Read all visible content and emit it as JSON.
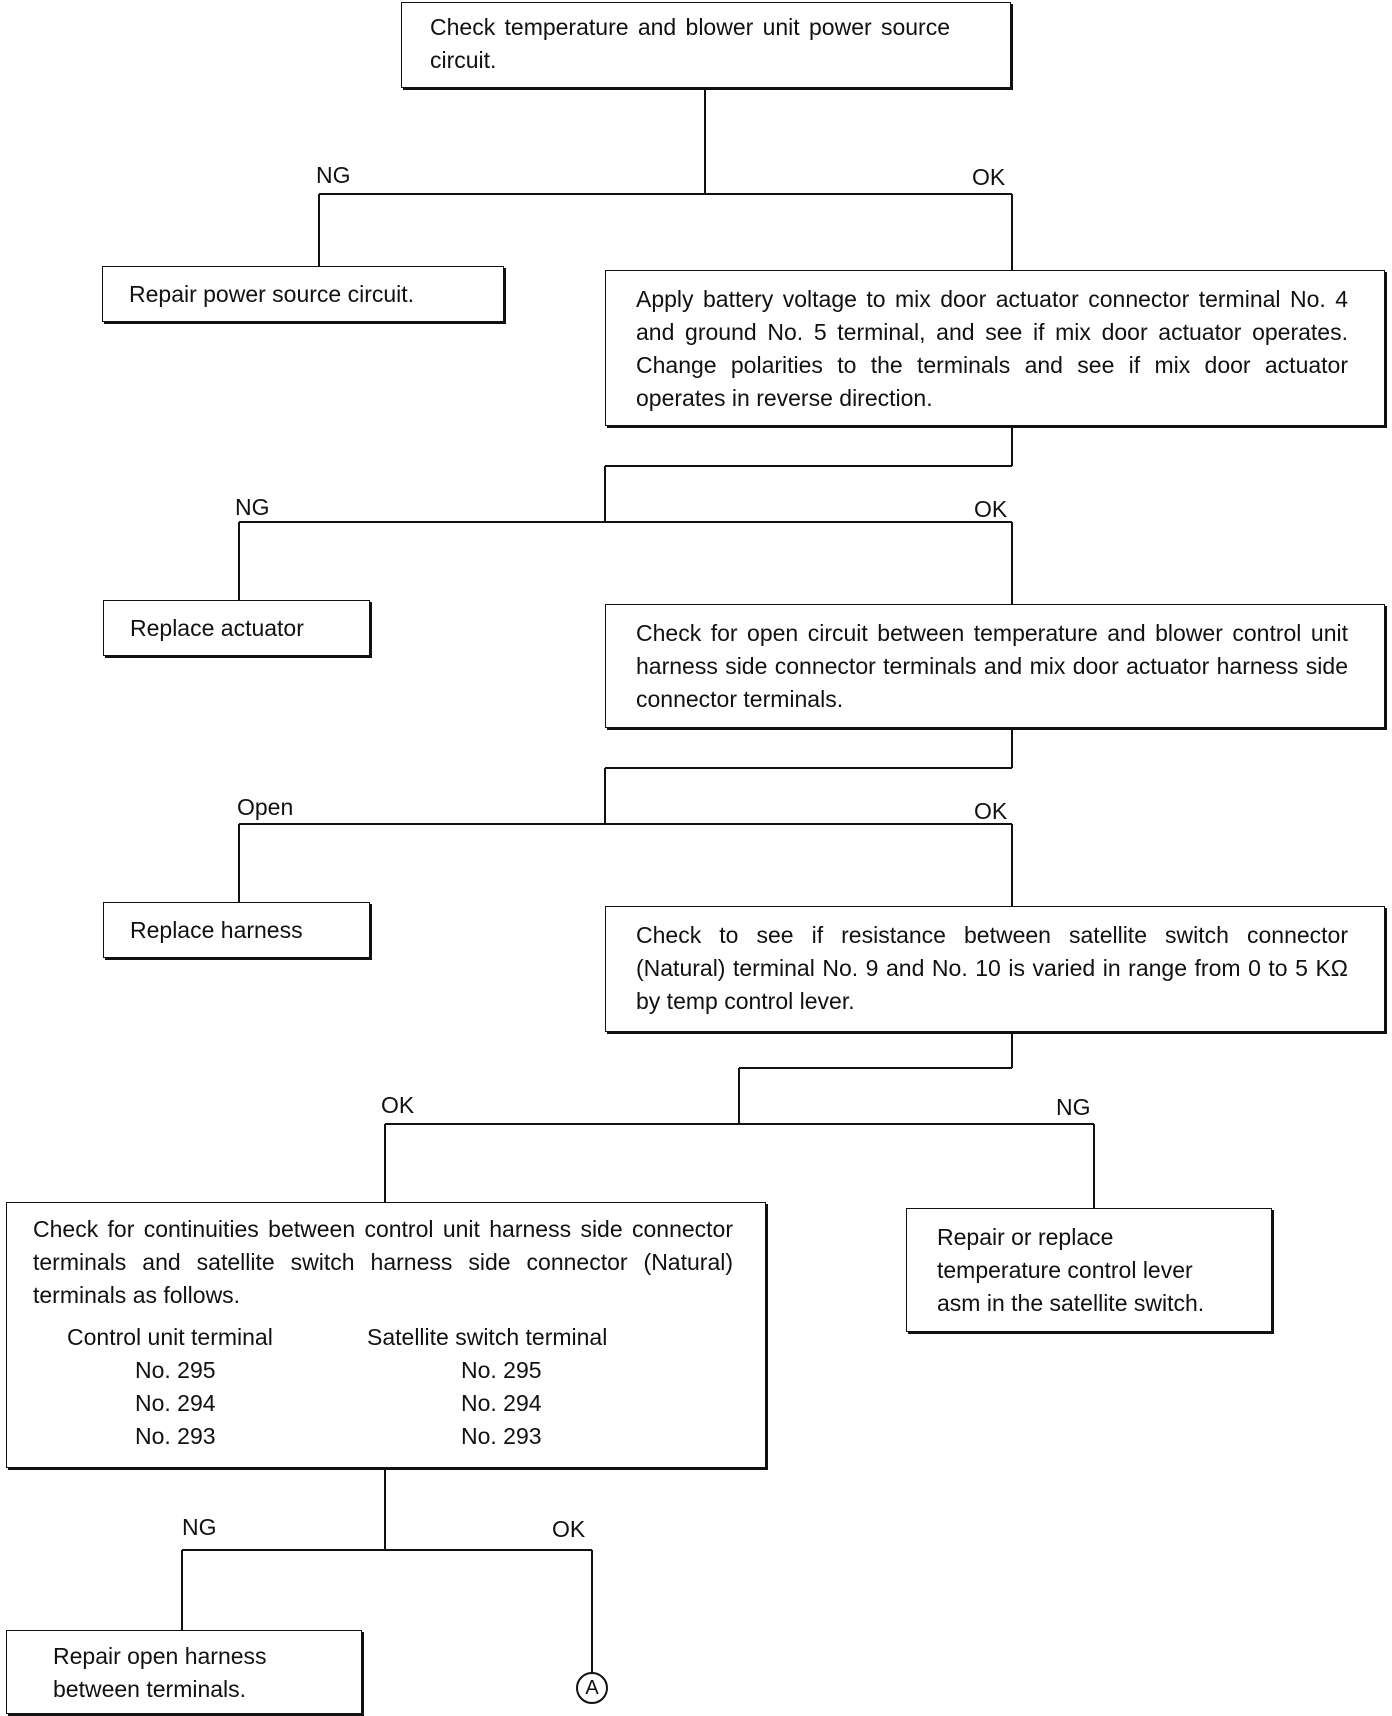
{
  "boxes": {
    "start": "Check temperature and blower unit power source circuit.",
    "repair_power": "Repair power source circuit.",
    "apply_voltage": "Apply battery voltage to mix door actuator connector terminal No. 4 and ground No. 5 terminal, and see if mix door actuator operates. Change polarities to the terminals and see if mix door actuator operates in reverse direction.",
    "replace_actuator": "Replace actuator",
    "check_open": "Check for open circuit between temperature and blower control unit harness side connector terminals and mix door actuator harness side connector terminals.",
    "replace_harness": "Replace harness",
    "check_resistance": "Check to see if resistance between satellite switch connector (Natural) terminal No. 9 and No. 10 is varied in range from 0 to 5 KΩ by temp control lever.",
    "check_continuity": "Check for continuities between control unit harness side connector terminals and satellite switch harness side connector (Natural) terminals as follows.",
    "repair_lever": "Repair or replace temperature control lever asm in the satellite switch.",
    "repair_open": "Repair open harness between terminals."
  },
  "table": {
    "col1_header": "Control unit terminal",
    "col2_header": "Satellite switch terminal",
    "rows": [
      {
        "control": "No. 295",
        "satellite": "No. 295"
      },
      {
        "control": "No. 294",
        "satellite": "No. 294"
      },
      {
        "control": "No. 293",
        "satellite": "No. 293"
      }
    ]
  },
  "labels": {
    "ng": "NG",
    "ok": "OK",
    "open": "Open",
    "connector": "A"
  }
}
